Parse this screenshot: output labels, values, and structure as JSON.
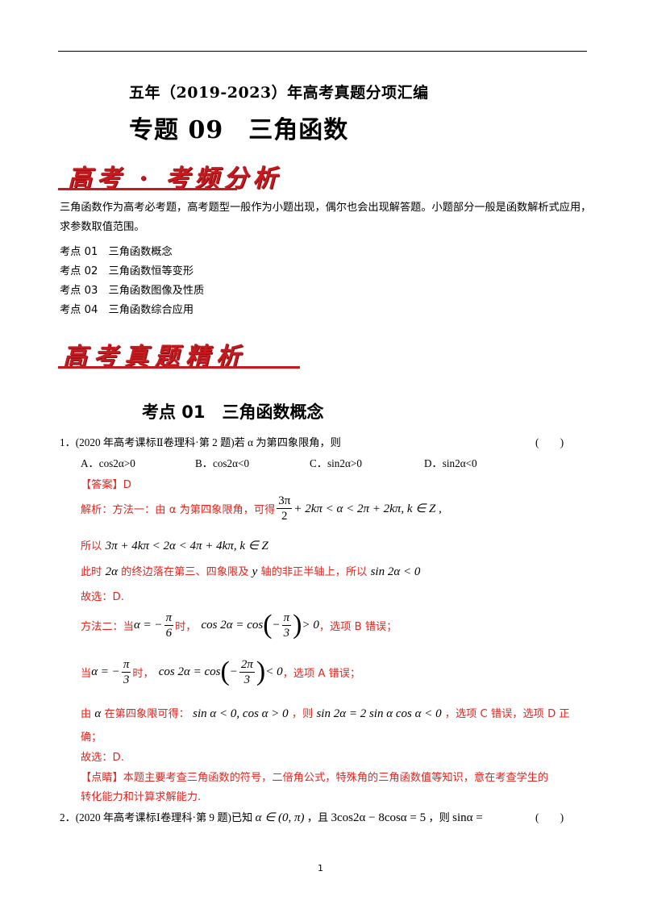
{
  "header": {
    "title": "五年（2019-2023）年高考真题分项汇编",
    "subtitle": "专题 09　三角函数"
  },
  "banners": {
    "analysis": "高考 · 考频分析",
    "questions": "高考真题精析"
  },
  "intro": {
    "paragraph": "三角函数作为高考必考题，高考题型一般作为小题出现，偶尔也会出现解答题。小题部分一般是函数解析式应用，求参数取值范围。",
    "points": [
      "考点 01　三角函数概念",
      "考点 02　三角函数恒等变形",
      "考点 03　三角函数图像及性质",
      "考点 04　三角函数综合应用"
    ]
  },
  "section": {
    "title": "考点 01　三角函数概念"
  },
  "q1": {
    "stem": "1．(2020 年高考课标Ⅱ卷理科·第 2 题)若 α 为第四象限角，则",
    "bracket": "(　　)",
    "options": [
      "A．cos2α>0",
      "B．cos2α<0",
      "C．sin2α>0",
      "D．sin2α<0"
    ],
    "answer": "【答案】D",
    "lines": {
      "m1_lead": "解析：方法一：由 α 为第四象限角，可得",
      "m1_math": "+ 2kπ < α < 2π + 2kπ, k ∈ Z ,",
      "frac_3pi": "3π",
      "frac_2": "2",
      "so_lead": "所以",
      "so_math": "3π + 4kπ < 2α < 4π + 4kπ, k ∈ Z",
      "here_lead": "此时",
      "here_math": "2α",
      "here_mid": "的终边落在第三、四象限及",
      "here_y": "y",
      "here_tail": "轴的非正半轴上，所以",
      "here_end": "sin 2α < 0",
      "choose1": "故选：D.",
      "m2_lead": "方法二：当",
      "m2_a": "α = −",
      "pi": "π",
      "six": "6",
      "three": "3",
      "twopi": "2π",
      "m2_when": "时，",
      "m2_cos": "cos 2α = cos",
      "m2_gt": "> 0",
      "m2_tail": "，选项 B 错误；",
      "m3_lead": "当",
      "m3_lt": "< 0",
      "m3_tail": "，选项 A 错误；",
      "m4_lead": "由",
      "m4_a": "α",
      "m4_mid": "在第四象限可得：",
      "m4_m1": "sin α < 0, cos α > 0",
      "m4_then": "，则",
      "m4_m2": "sin 2α = 2 sin α cos α < 0",
      "m4_tail": "，选项 C 错误，选项 D 正",
      "m4_cont": "确；",
      "choose2": "故选：D.",
      "note1": "【点睛】本题主要考查三角函数的符号，二倍角公式，特殊角的三角函数值等知识，意在考查学生的",
      "note2": "转化能力和计算求解能力."
    }
  },
  "q2": {
    "stem_a": "2．(2020 年高考课标Ⅰ卷理科·第 9 题)已知",
    "stem_m1": "α ∈ (0, π)",
    "stem_b": "，且",
    "stem_m2": "3cos2α − 8cosα = 5",
    "stem_c": "，则",
    "stem_m3": "sinα =",
    "bracket": "(　　)"
  },
  "footer": {
    "page": "1"
  }
}
